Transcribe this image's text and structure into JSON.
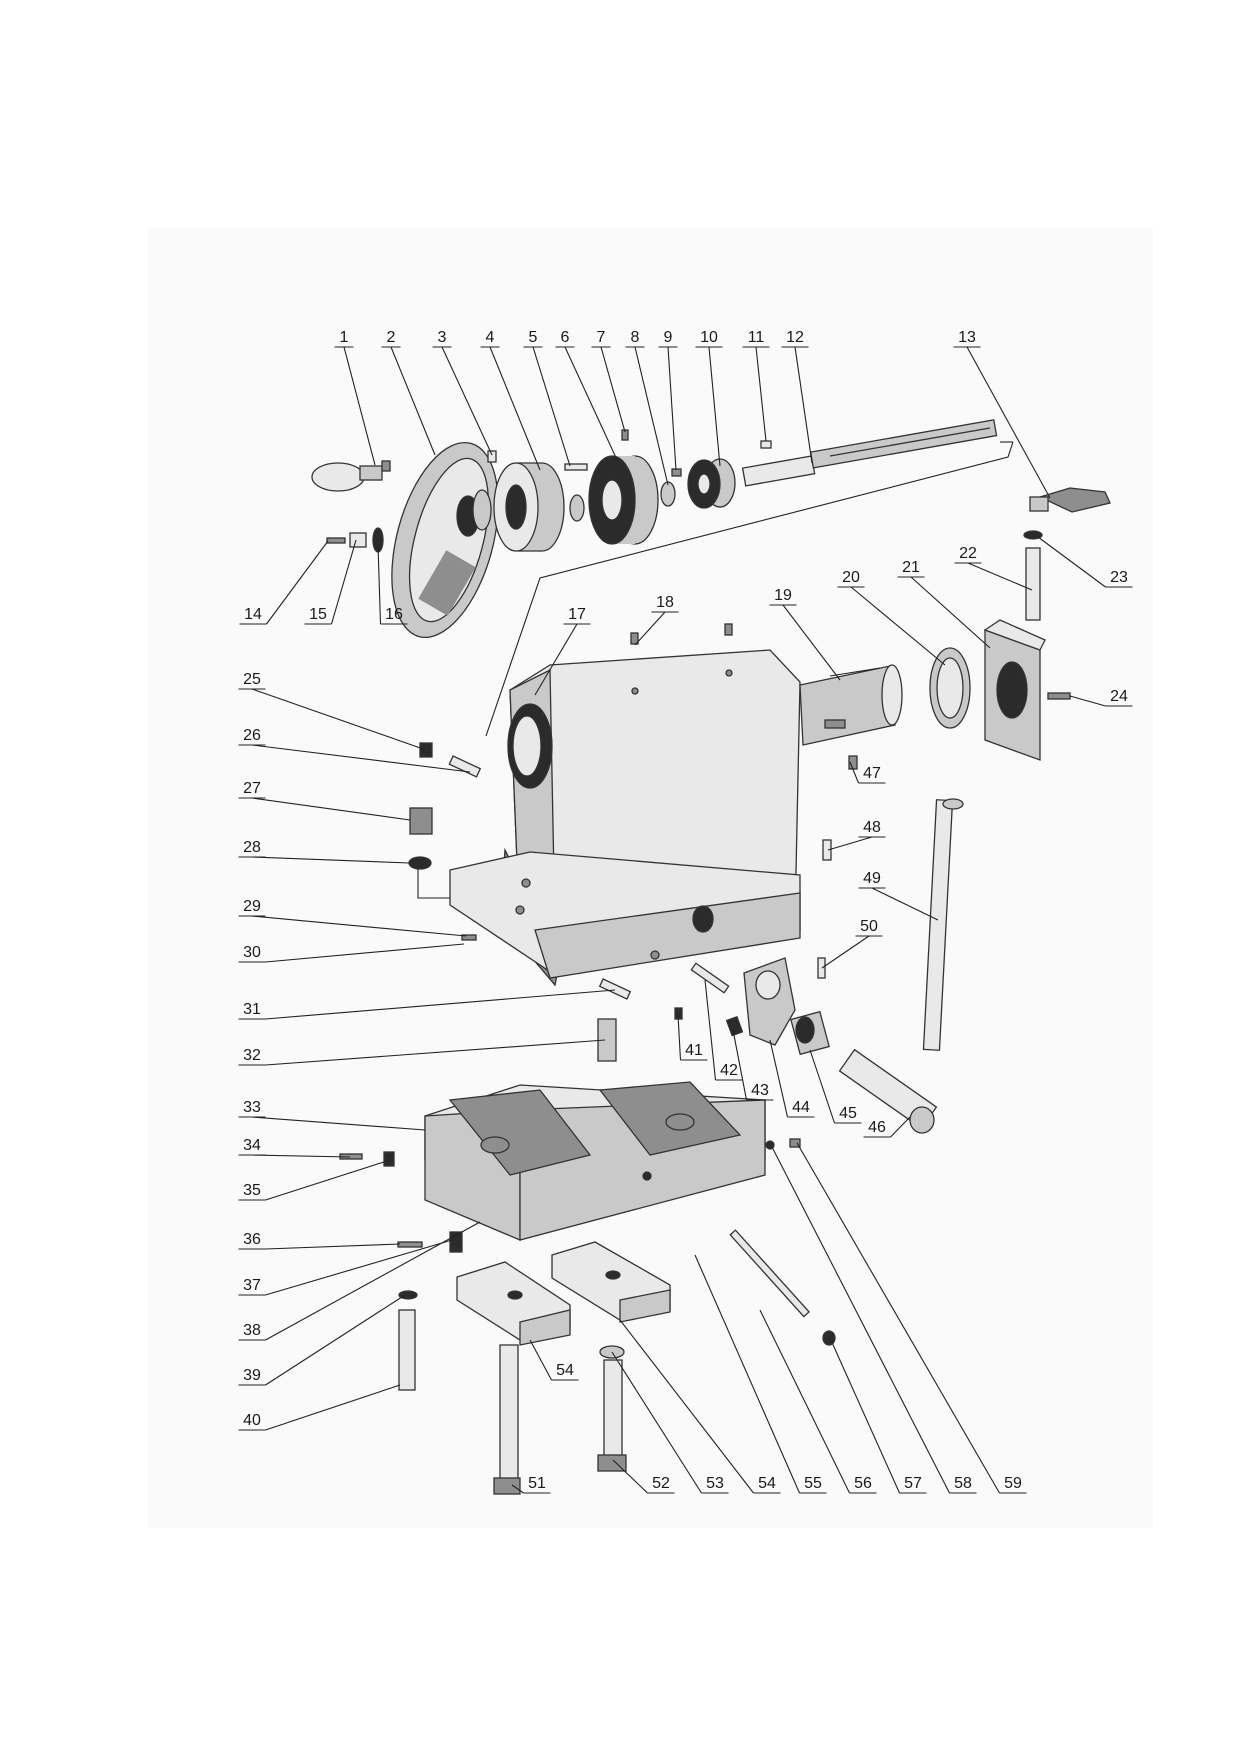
{
  "diagram": {
    "callouts": [
      "1",
      "2",
      "3",
      "4",
      "5",
      "6",
      "7",
      "8",
      "9",
      "10",
      "11",
      "12",
      "13",
      "14",
      "15",
      "16",
      "17",
      "18",
      "19",
      "20",
      "21",
      "22",
      "23",
      "24",
      "25",
      "26",
      "27",
      "28",
      "29",
      "30",
      "31",
      "32",
      "33",
      "34",
      "35",
      "36",
      "37",
      "38",
      "39",
      "40",
      "41",
      "42",
      "43",
      "44",
      "45",
      "46",
      "47",
      "48",
      "49",
      "50",
      "51",
      "52",
      "53",
      "54",
      "54",
      "55",
      "56",
      "57",
      "58",
      "59"
    ]
  }
}
